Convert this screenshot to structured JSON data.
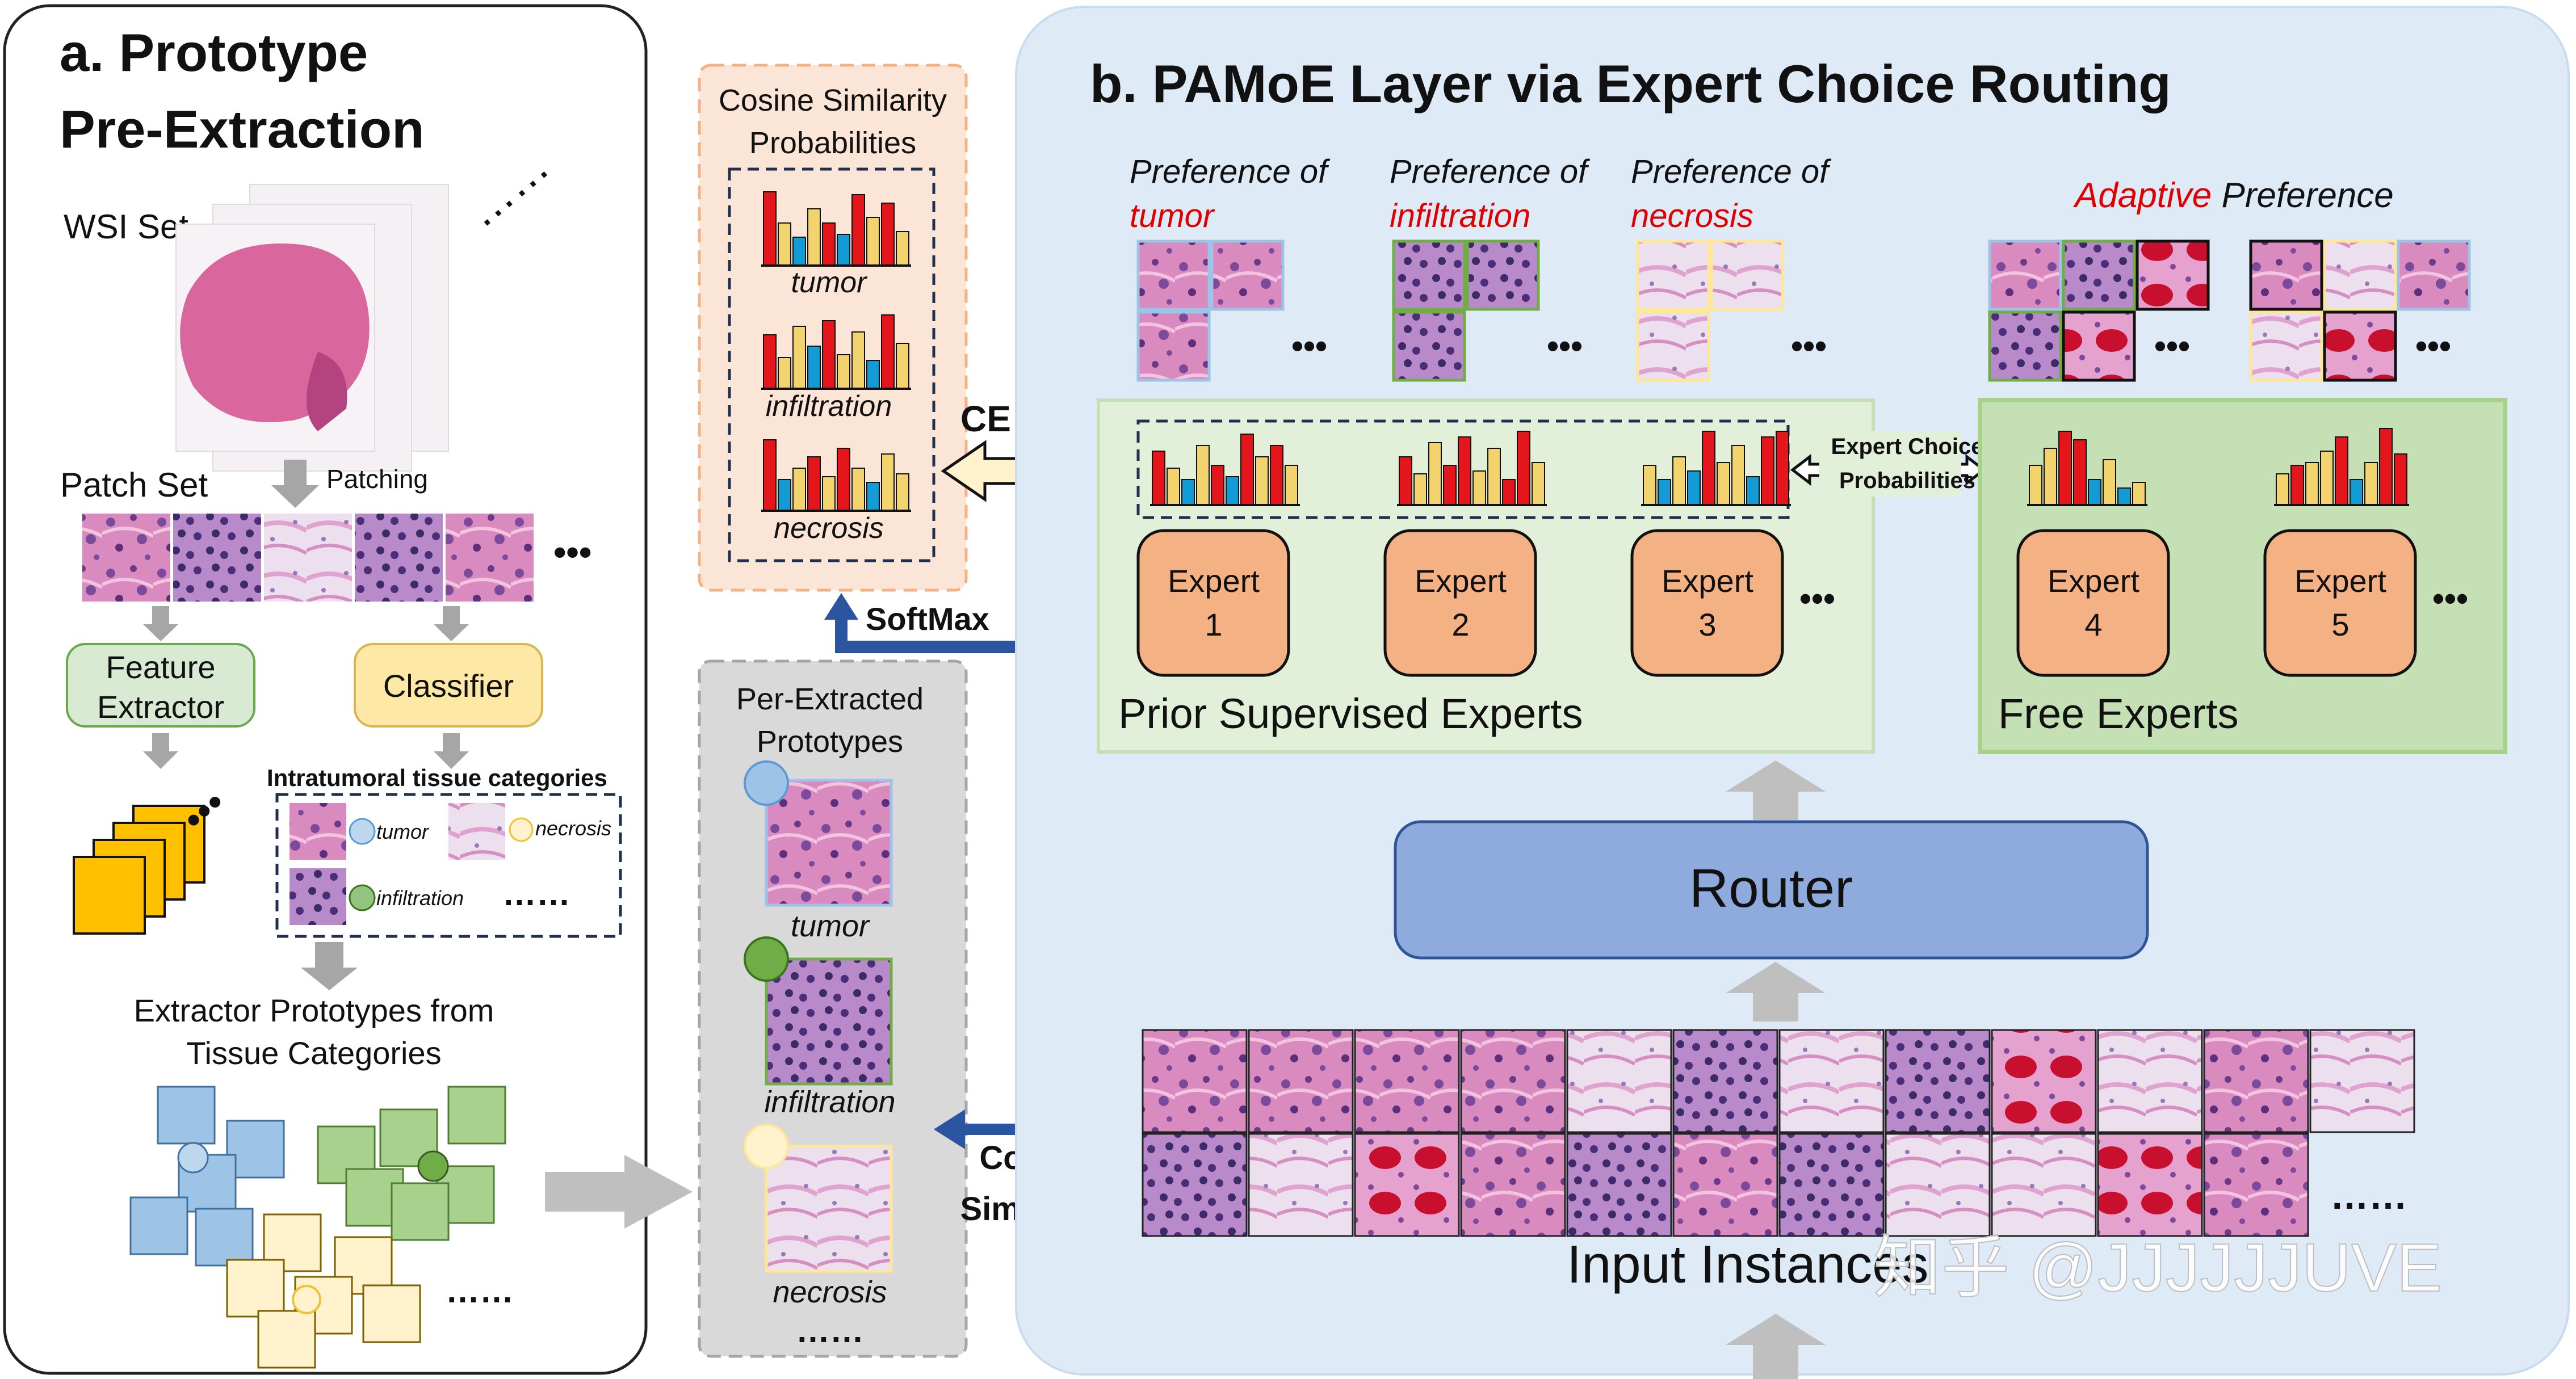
{
  "panel_a": {
    "title_line1": "a. Prototype",
    "title_line2": "Pre-Extraction",
    "wsi_set": "WSI Set",
    "patch_set": "Patch Set",
    "patching": "Patching",
    "feature_extractor_line1": "Feature",
    "feature_extractor_line2": "Extractor",
    "classifier": "Classifier",
    "intratumoral_title": "Intratumoral tissue categories",
    "cat_tumor": "tumor",
    "cat_necrosis": "necrosis",
    "cat_infiltration": "infiltration",
    "more_dots": "……",
    "prototypes_title_line1": "Extractor Prototypes from",
    "prototypes_title_line2": "Tissue Categories"
  },
  "middle": {
    "cos_prob_line1": "Cosine Similarity",
    "cos_prob_line2": "Probabilities",
    "bar_tumor": "tumor",
    "bar_infiltration": "infiltration",
    "bar_necrosis": "necrosis",
    "softmax": "SoftMax",
    "ce_loss": "CE Loss",
    "per_extracted_line1": "Per-Extracted",
    "per_extracted_line2": "Prototypes",
    "proto_tumor": "tumor",
    "proto_infiltration": "infiltration",
    "proto_necrosis": "necrosis",
    "proto_more": "……",
    "cos_sim_line1": "Cosine",
    "cos_sim_line2": "Similarity"
  },
  "panel_b": {
    "title": "b. PAMoE Layer via Expert Choice Routing",
    "pref_tumor_a": "Preference of",
    "pref_tumor_b": "tumor",
    "pref_infil_a": "Preference of",
    "pref_infil_b": "infiltration",
    "pref_necro_a": "Preference of",
    "pref_necro_b": "necrosis",
    "adaptive_a": "Adaptive",
    "adaptive_b": " Preference",
    "expert_choice_line1": "Expert Choice",
    "expert_choice_line2": "Probabilities",
    "expert_word": "Expert",
    "experts": [
      "1",
      "2",
      "3",
      "4",
      "5"
    ],
    "dots": "•••",
    "prior_supervised": "Prior Supervised Experts",
    "free_experts": "Free Experts",
    "router": "Router",
    "input_instances": "Input Instances",
    "input_more": "……",
    "watermark": "知乎 @JJJJJJUVE"
  },
  "colors": {
    "bar_red": "#e4161b",
    "bar_yellow": "#f3d36e",
    "bar_blue": "#139bd6",
    "arrow_blue": "#2b55a0",
    "tissue_pink": "#d98bc0",
    "tissue_purple": "#7b4a9a",
    "expert_orange": "#f4b183",
    "router_blue": "#8faadc",
    "green_panel": "#e2efd9",
    "orange_panel": "#fbe5d6",
    "blue_panel": "#deebf7",
    "gray_panel": "#d9d9d9",
    "accent_red": "#e00000"
  }
}
